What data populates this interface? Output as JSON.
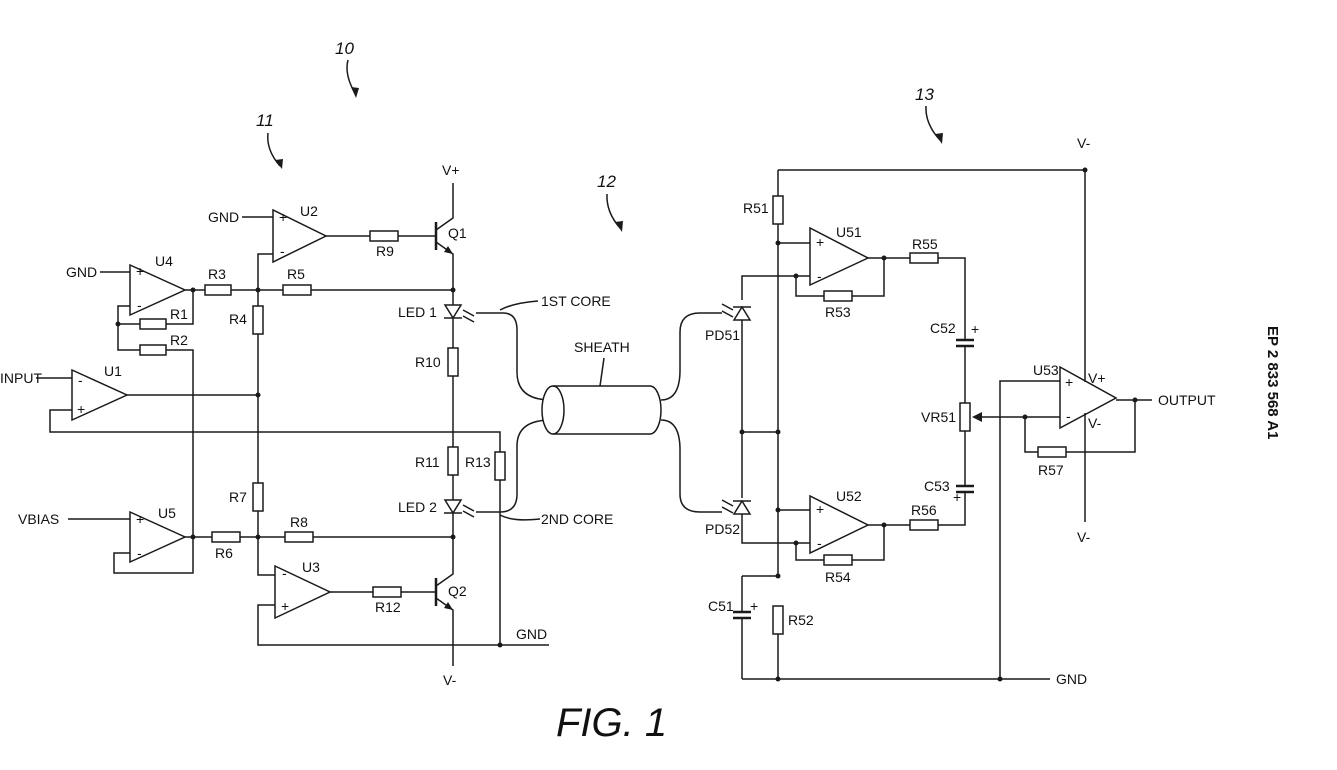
{
  "refs": {
    "r10": "10",
    "r11": "11",
    "r12": "12",
    "r13": "13"
  },
  "figure_label": "FIG. 1",
  "publication_number": "EP 2 833 568 A1",
  "nets": {
    "gnd_u2": "GND",
    "gnd_u4": "GND",
    "input": "INPUT",
    "vbias": "VBIAS",
    "vplus_tx": "V+",
    "vminus_tx": "V-",
    "gnd_tx": "GND",
    "vminus_rx_top": "V-",
    "vminus_rx_bottom": "V-",
    "gnd_rx": "GND",
    "output": "OUTPUT",
    "u53_vplus": "V+",
    "u53_vminus": "V-"
  },
  "cable": {
    "core1": "1ST CORE",
    "core2": "2ND CORE",
    "sheath": "SHEATH"
  },
  "components": {
    "u1": "U1",
    "u2": "U2",
    "u3": "U3",
    "u4": "U4",
    "u5": "U5",
    "q1": "Q1",
    "q2": "Q2",
    "led1": "LED 1",
    "led2": "LED 2",
    "r1": "R1",
    "r2": "R2",
    "r3": "R3",
    "r4": "R4",
    "r5": "R5",
    "r6": "R6",
    "r7": "R7",
    "r8": "R8",
    "r9": "R9",
    "r10": "R10",
    "r11": "R11",
    "r12": "R12",
    "r13": "R13",
    "pd51": "PD51",
    "pd52": "PD52",
    "u51": "U51",
    "u52": "U52",
    "u53": "U53",
    "r51": "R51",
    "r52": "R52",
    "r53": "R53",
    "r54": "R54",
    "r55": "R55",
    "r56": "R56",
    "r57": "R57",
    "c51": "C51",
    "c52": "C52",
    "c53": "C53",
    "vr51": "VR51"
  },
  "opamp_signs": {
    "plus": "+",
    "minus": "-"
  }
}
